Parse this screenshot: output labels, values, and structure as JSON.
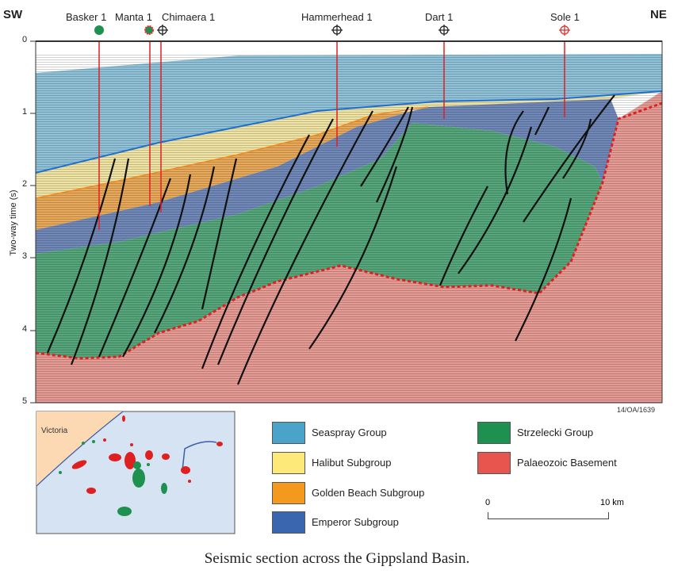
{
  "directions": {
    "left": "SW",
    "right": "NE"
  },
  "wells": [
    {
      "name": "Basker 1",
      "symbol": "oil-well",
      "color": "#1e9050"
    },
    {
      "name": "Manta 1",
      "symbol": "oil-gas-well",
      "color": "#1e9050"
    },
    {
      "name": "Chimaera 1",
      "symbol": "dry-well",
      "color": "#222"
    },
    {
      "name": "Hammerhead 1",
      "symbol": "dry-well",
      "color": "#222"
    },
    {
      "name": "Dart 1",
      "symbol": "dry-well",
      "color": "#222"
    },
    {
      "name": "Sole 1",
      "symbol": "gas-well",
      "color": "#e03030"
    }
  ],
  "axis": {
    "label": "Two-way time (s)",
    "ticks": [
      "0",
      "1",
      "2",
      "3",
      "4",
      "5"
    ]
  },
  "figure_id": "14/OA/1639",
  "map": {
    "label": "Victoria"
  },
  "legend": [
    {
      "label": "Seaspray Group",
      "color": "#4aa3c8"
    },
    {
      "label": "Halibut Subgroup",
      "color": "#fde97a"
    },
    {
      "label": "Golden Beach Subgroup",
      "color": "#f39a1e"
    },
    {
      "label": "Emperor Subgroup",
      "color": "#3a66b0"
    },
    {
      "label": "Strzelecki Group",
      "color": "#1e9050"
    },
    {
      "label": "Palaeozoic Basement",
      "color": "#e8554e"
    }
  ],
  "scale": {
    "start": "0",
    "end": "10 km"
  },
  "caption": "Seismic section across the Gippsland Basin."
}
